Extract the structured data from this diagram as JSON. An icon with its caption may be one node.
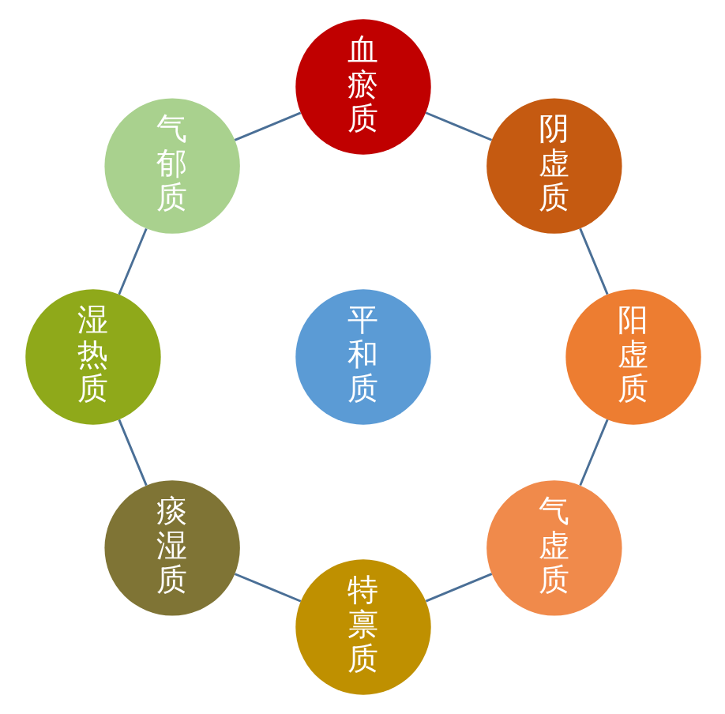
{
  "diagram": {
    "nodes": [
      {
        "text": [
          "血瘀质"
        ]
      },
      {
        "text": [
          "阴虚质"
        ]
      },
      {
        "text": [
          "阳虚质"
        ]
      },
      {
        "text": [
          "气虚质"
        ]
      },
      {
        "text": [
          "特禀质"
        ]
      },
      {
        "text": [
          "痰湿质"
        ]
      },
      {
        "text": [
          "湿热质"
        ]
      },
      {
        "text": [
          "气郁质"
        ]
      },
      {
        "text": [
          "平和质"
        ]
      }
    ],
    "edges": [
      {
        "from": 0,
        "to": 1,
        "arrow": "none"
      },
      {
        "from": 1,
        "to": 2,
        "arrow": "none"
      },
      {
        "from": 2,
        "to": 3,
        "arrow": "none"
      },
      {
        "from": 3,
        "to": 4,
        "arrow": "none"
      },
      {
        "from": 4,
        "to": 5,
        "arrow": "none"
      },
      {
        "from": 5,
        "to": 6,
        "arrow": "none"
      },
      {
        "from": 6,
        "to": 7,
        "arrow": "none"
      },
      {
        "from": 7,
        "to": 0,
        "arrow": "none"
      }
    ]
  }
}
